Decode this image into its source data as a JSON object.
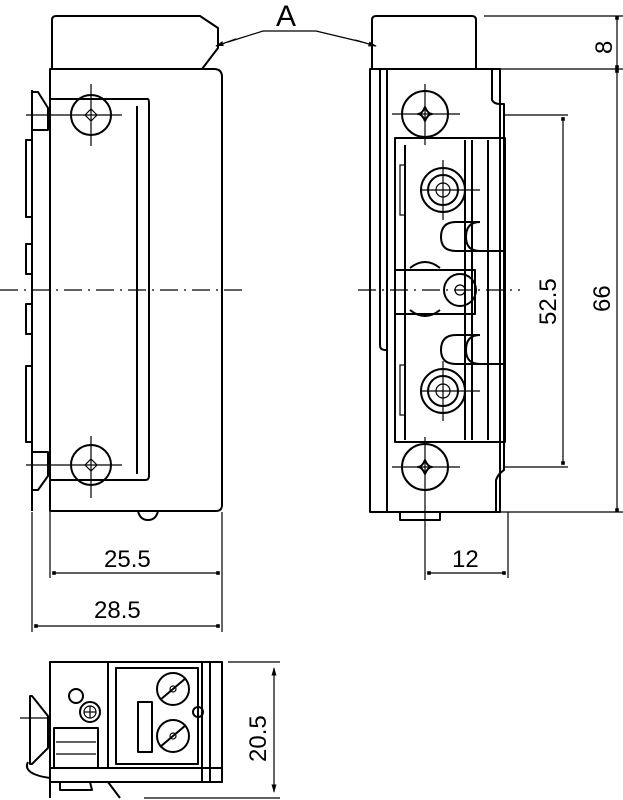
{
  "drawing": {
    "subject": "electric door strike - front, side and end views",
    "callout": {
      "label": "A"
    },
    "dimensions": {
      "height_top_section": "8",
      "overall_height": "66",
      "mounting_hole_spacing": "52.5",
      "body_width_inner": "25.5",
      "body_width_outer": "28.5",
      "latch_depth": "12",
      "end_view_height": "20.5"
    },
    "colors": {
      "line": "#000000",
      "background": "#ffffff"
    }
  }
}
